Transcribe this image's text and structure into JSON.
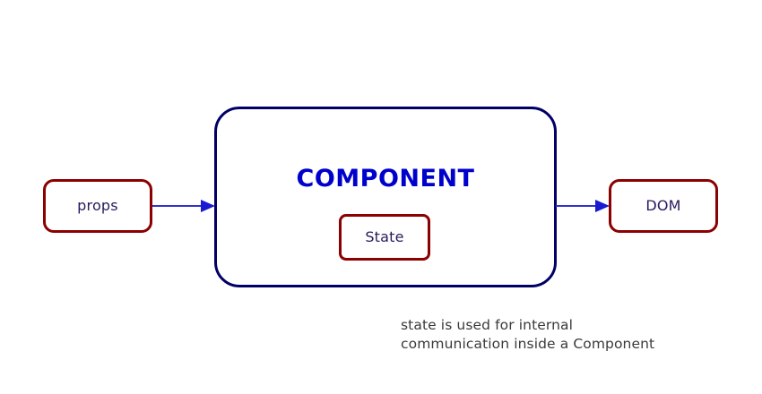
{
  "diagram": {
    "title_text": "COMPONENT",
    "nodes": {
      "props": {
        "label": "props"
      },
      "state": {
        "label": "State"
      },
      "dom": {
        "label": "DOM"
      }
    },
    "caption": {
      "line1": "state is used for internal",
      "line2": "communication inside a Component"
    },
    "colors": {
      "background": "#ffffff",
      "component_border": "#000066",
      "component_title": "#0000cc",
      "node_border": "#8b0000",
      "node_label": "#2a1a5e",
      "arrow": "#3333cc",
      "caption": "#3a3a3a"
    }
  }
}
